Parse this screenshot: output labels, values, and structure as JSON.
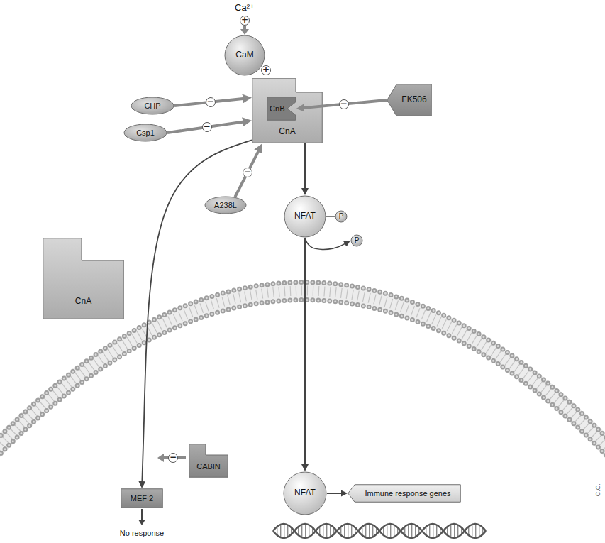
{
  "diagram": {
    "nodes": [
      {
        "text": [
          "CaM"
        ]
      },
      {
        "text": [
          "CnA"
        ]
      },
      {
        "text": [
          "CnB"
        ],
        "in": 1
      },
      {
        "text": [
          "CHP"
        ]
      },
      {
        "text": [
          "Csp1"
        ]
      },
      {
        "text": [
          "FK506"
        ]
      },
      {
        "text": [
          "A238L"
        ]
      },
      {
        "text": [
          "NFAT"
        ]
      },
      {
        "text": [
          "P"
        ]
      },
      {
        "text": [
          "P"
        ]
      },
      {
        "text": [
          "CnA"
        ]
      },
      {
        "text": [
          "CABIN"
        ]
      },
      {
        "text": [
          "MEF 2"
        ]
      },
      {
        "text": [
          "NFAT"
        ]
      },
      {
        "text": [
          "Immune response genes"
        ]
      }
    ],
    "edges": [
      {
        "from": 3,
        "to": 1,
        "arrow": "to",
        "label": "−"
      },
      {
        "from": 4,
        "to": 1,
        "arrow": "to",
        "label": "−"
      },
      {
        "from": 5,
        "to": 2,
        "arrow": "to",
        "label": "−"
      },
      {
        "from": 6,
        "to": 1,
        "arrow": "to",
        "label": "−"
      },
      {
        "from": 1,
        "to": 7,
        "arrow": "to"
      },
      {
        "from": 7,
        "to": 8,
        "arrow": "none"
      },
      {
        "from": 7,
        "to": 9,
        "arrow": "to"
      },
      {
        "from": 1,
        "to": 12,
        "arrow": "to"
      },
      {
        "from": 7,
        "to": 13,
        "arrow": "to"
      },
      {
        "from": 13,
        "to": 14,
        "arrow": "to"
      }
    ],
    "labels": [
      "Ca²⁺",
      "+",
      "+",
      "−",
      "No response",
      "C.C."
    ]
  }
}
